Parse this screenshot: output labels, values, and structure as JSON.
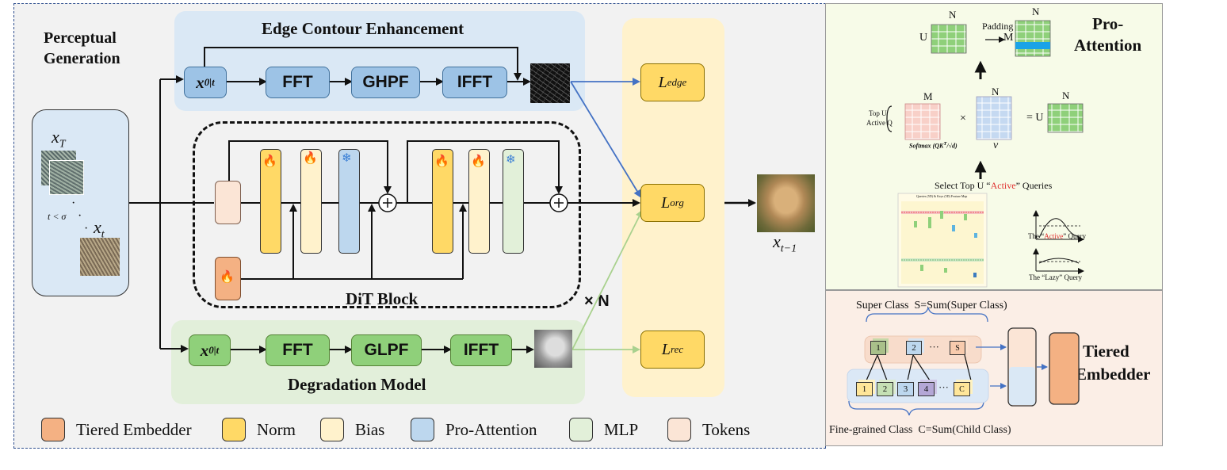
{
  "main": {
    "title_line1": "Perceptual",
    "title_line2": "Generation",
    "edge_title": "Edge Contour Enhancement",
    "edge_input": "x",
    "edge_input_sub": "0|t",
    "edge_blocks": [
      "FFT",
      "GHPF",
      "IFFT"
    ],
    "dit_title": "DiT Block",
    "repeat": "× N",
    "deg_title": "Degradation Model",
    "deg_input": "x",
    "deg_input_sub": "0|t",
    "deg_blocks": [
      "FFT",
      "GLPF",
      "IFFT"
    ],
    "noise_top": "x",
    "noise_top_sub": "T",
    "noise_cond": "t < σ",
    "noise_bot": "x",
    "noise_bot_sub": "t",
    "output": "x",
    "output_sub": "t−1",
    "losses": {
      "edge": {
        "sym": "L",
        "sub": "edge"
      },
      "org": {
        "sym": "L",
        "sub": "org"
      },
      "rec": {
        "sym": "L",
        "sub": "rec"
      }
    }
  },
  "legend": [
    {
      "label": "Tiered Embedder",
      "color": "#f4b183"
    },
    {
      "label": "Norm",
      "color": "#ffd966"
    },
    {
      "label": "Bias",
      "color": "#fff2cc"
    },
    {
      "label": "Pro-Attention",
      "color": "#bdd7ee"
    },
    {
      "label": "MLP",
      "color": "#e2f0d9"
    },
    {
      "label": "Tokens",
      "color": "#fbe5d6"
    }
  ],
  "pro_attention": {
    "title_line1": "Pro-",
    "title_line2": "Attention",
    "padding": "Padding",
    "n1": "N",
    "n2": "N",
    "n3": "N",
    "n4": "N",
    "u1": "U",
    "m1": "M",
    "m2": "M",
    "top_u": "Top U",
    "active_q": "Active Q",
    "times": "×",
    "eq_u": "= U",
    "softmax": "Softmax",
    "v": "v",
    "select_prefix": "Select Top U “",
    "select_active": "Active",
    "select_suffix": "” Queries",
    "heatmap_title": "Queries (5D) & Keys (5D) Feature Map",
    "active_prefix": "The “",
    "active_word": "Active",
    "active_suffix": "” Query",
    "lazy_label": "The “Lazy” Query"
  },
  "tiered": {
    "title_line1": "Tiered",
    "title_line2": "Embedder",
    "super_label": "Super Class  S=Sum(Super Class)",
    "fine_label": "Fine-grained Class  C=Sum(Child Class)",
    "super_cubes": [
      "1",
      "2",
      "S"
    ],
    "child_cubes": [
      "1",
      "2",
      "3",
      "4",
      "C"
    ],
    "ellipsis": "···"
  },
  "colors": {
    "edge_bg": "#dae8f5",
    "deg_bg": "#e2efda",
    "loss_col": "#fff2cc",
    "pro_bg": "#f7fbe8",
    "tier_bg": "#fbeee6",
    "arrow_blue": "#4472c4",
    "arrow_green": "#a9d18e"
  }
}
